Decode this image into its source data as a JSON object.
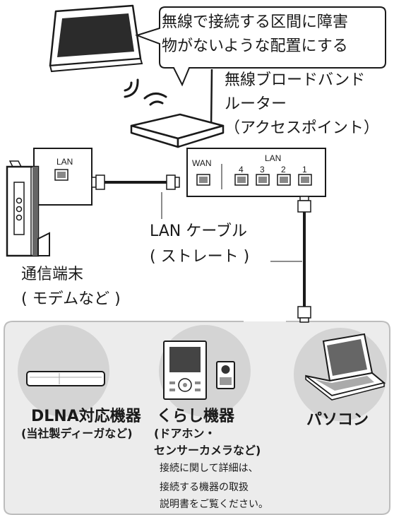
{
  "callout": {
    "line1": "無線で接続する区間に障害",
    "line2": "物がないような配置にする"
  },
  "router": {
    "label_line1": "無線ブロードバンド",
    "label_line2": "ルーター",
    "label_line3": "（アクセスポイント）",
    "wan_label": "WAN",
    "lan_label": "LAN",
    "port_numbers": [
      "4",
      "3",
      "2",
      "1"
    ]
  },
  "modem": {
    "lan_label": "LAN",
    "label_line1": "通信端末",
    "label_line2": "( モデムなど )"
  },
  "cable": {
    "label_line1": "LAN ケーブル",
    "label_line2": "( ストレート )"
  },
  "devices": {
    "dlna_title": "DLNA対応機器",
    "dlna_sub": "(当社製ディーガなど)",
    "kurashi_title": "くらし機器",
    "kurashi_sub1": "(ドアホン・",
    "kurashi_sub2": "センサーカメラなど)",
    "note_line1": "接続に関して詳細は、",
    "note_line2": "接続する機器の取扱",
    "note_line3": "説明書をご覧ください。",
    "pc_title": "パソコン"
  },
  "colors": {
    "panel_bg": "#ececec",
    "circle_bg": "#d4d4d4",
    "line": "#1a1a1a"
  }
}
